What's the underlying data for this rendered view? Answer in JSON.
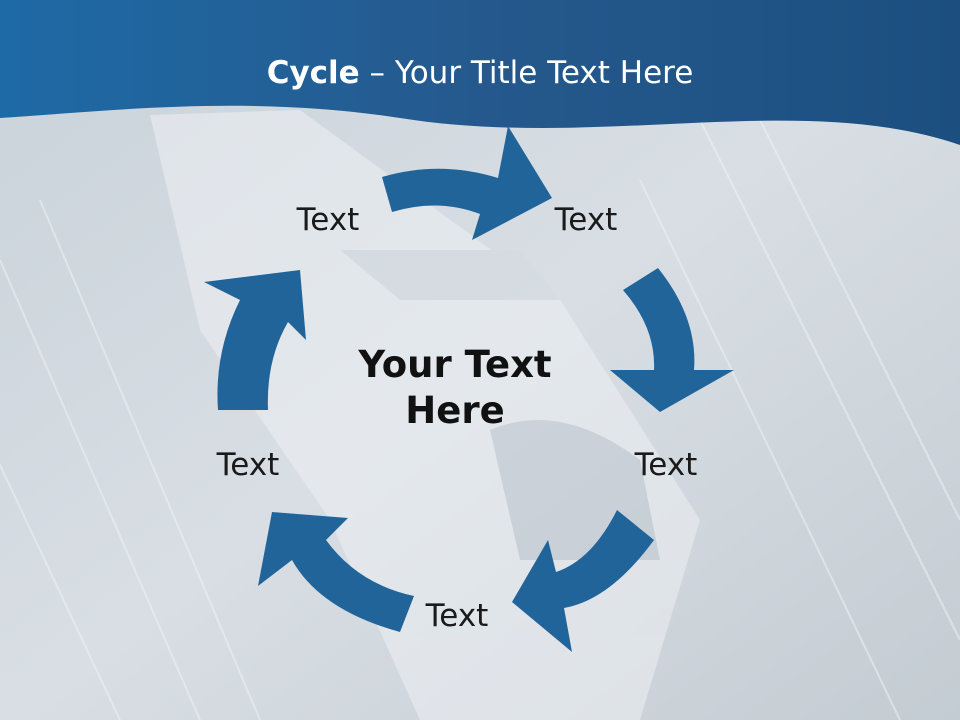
{
  "slide": {
    "title_bold": "Cycle",
    "title_rest": " – Your Title Text Here",
    "center_line1": "Your Text",
    "center_line2": "Here",
    "nodes": [
      "Text",
      "Text",
      "Text",
      "Text",
      "Text"
    ]
  },
  "colors": {
    "header_blue": "#1f5e8f",
    "arrow_blue": "#21649a",
    "background": "#dde3e8"
  },
  "icons": [
    "cycle-arrow-icon"
  ]
}
